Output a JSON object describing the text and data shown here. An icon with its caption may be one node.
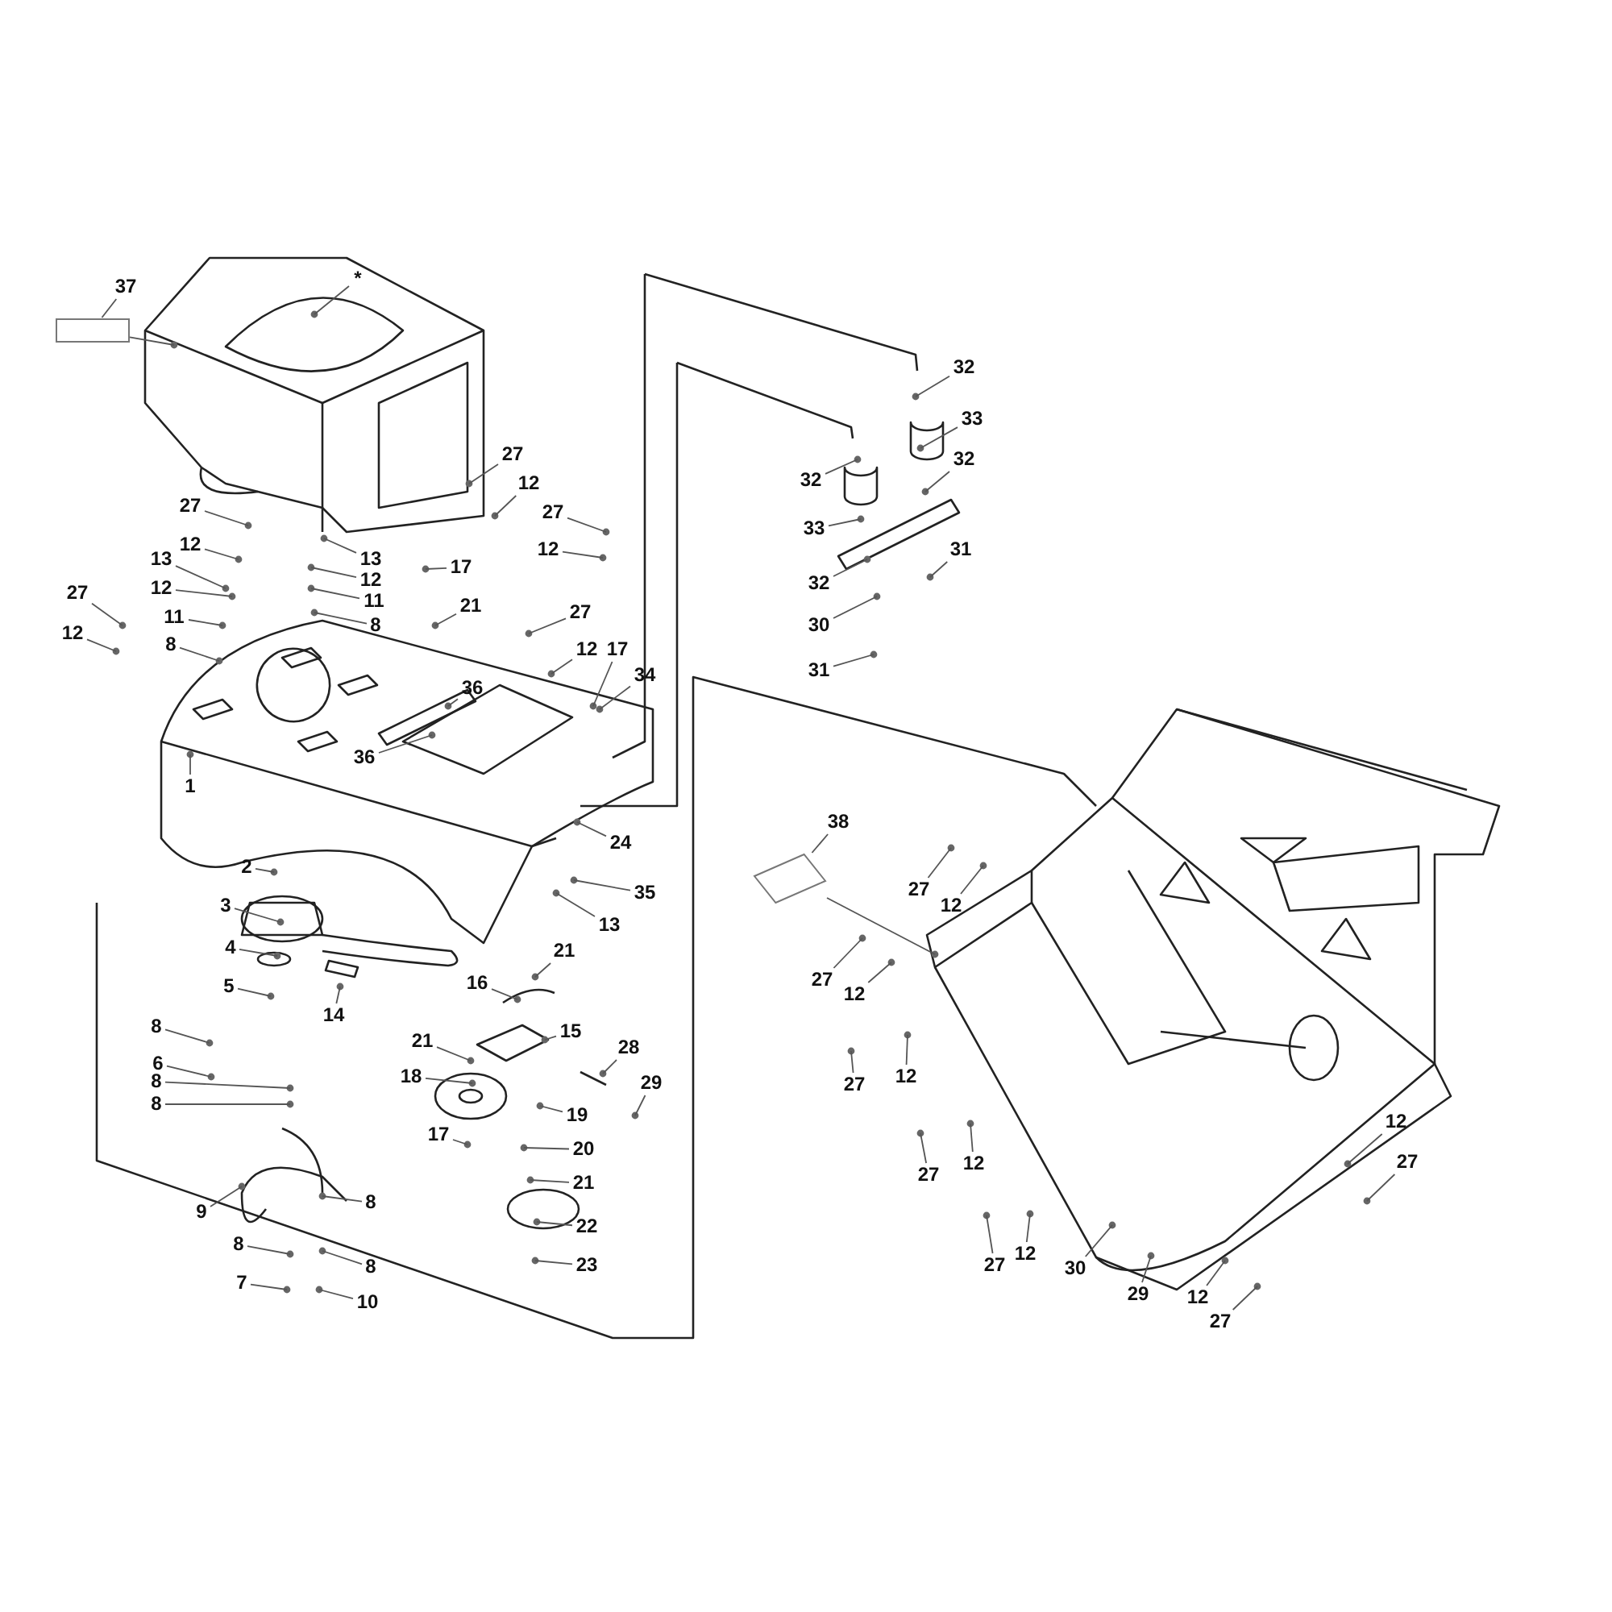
{
  "diagram": {
    "nodes": [
      {
        "text": [
          "*"
        ]
      },
      {
        "text": [
          "37"
        ]
      },
      {
        "text": [],
        "shape": "box"
      },
      {
        "text": [
          "27"
        ]
      },
      {
        "text": [
          "12"
        ]
      },
      {
        "text": [
          "27"
        ]
      },
      {
        "text": [
          "12"
        ]
      },
      {
        "text": [
          "27"
        ]
      },
      {
        "text": [
          "12"
        ]
      },
      {
        "text": [
          "13"
        ]
      },
      {
        "text": [
          "12"
        ]
      },
      {
        "text": [
          "11"
        ]
      },
      {
        "text": [
          "27"
        ]
      },
      {
        "text": [
          "8"
        ]
      },
      {
        "text": [
          "12"
        ]
      },
      {
        "text": [
          "13"
        ]
      },
      {
        "text": [
          "12"
        ]
      },
      {
        "text": [
          "11"
        ]
      },
      {
        "text": [
          "8"
        ]
      },
      {
        "text": [
          "17"
        ]
      },
      {
        "text": [
          "21"
        ]
      },
      {
        "text": [
          "27"
        ]
      },
      {
        "text": [
          "12"
        ]
      },
      {
        "text": [
          "17"
        ]
      },
      {
        "text": [
          "34"
        ]
      },
      {
        "text": [
          "36"
        ]
      },
      {
        "text": [
          "36"
        ]
      },
      {
        "text": [
          "1"
        ]
      },
      {
        "text": [
          "24"
        ]
      },
      {
        "text": [
          "35"
        ]
      },
      {
        "text": [
          "13"
        ]
      },
      {
        "text": [
          "2"
        ]
      },
      {
        "text": [
          "3"
        ]
      },
      {
        "text": [
          "4"
        ]
      },
      {
        "text": [
          "5"
        ]
      },
      {
        "text": [
          "14"
        ]
      },
      {
        "text": [
          "21"
        ]
      },
      {
        "text": [
          "16"
        ]
      },
      {
        "text": [
          "15"
        ]
      },
      {
        "text": [
          "28"
        ]
      },
      {
        "text": [
          "29"
        ]
      },
      {
        "text": [
          "8"
        ]
      },
      {
        "text": [
          "6"
        ]
      },
      {
        "text": [
          "21"
        ]
      },
      {
        "text": [
          "18"
        ]
      },
      {
        "text": [
          "8"
        ]
      },
      {
        "text": [
          "8"
        ]
      },
      {
        "text": [
          "19"
        ]
      },
      {
        "text": [
          "17"
        ]
      },
      {
        "text": [
          "20"
        ]
      },
      {
        "text": [
          "21"
        ]
      },
      {
        "text": [
          "9"
        ]
      },
      {
        "text": [
          "8"
        ]
      },
      {
        "text": [
          "22"
        ]
      },
      {
        "text": [
          "8"
        ]
      },
      {
        "text": [
          "8"
        ]
      },
      {
        "text": [
          "23"
        ]
      },
      {
        "text": [
          "7"
        ]
      },
      {
        "text": [
          "10"
        ]
      },
      {
        "text": [
          "32"
        ]
      },
      {
        "text": [
          "33"
        ]
      },
      {
        "text": [
          "32"
        ]
      },
      {
        "text": [
          "32"
        ]
      },
      {
        "text": [
          "33"
        ]
      },
      {
        "text": [
          "32"
        ]
      },
      {
        "text": [
          "31"
        ]
      },
      {
        "text": [
          "30"
        ]
      },
      {
        "text": [
          "31"
        ]
      },
      {
        "text": [
          "38"
        ]
      },
      {
        "text": [],
        "shape": "box"
      },
      {
        "text": [
          "27"
        ]
      },
      {
        "text": [
          "12"
        ]
      },
      {
        "text": [
          "27"
        ]
      },
      {
        "text": [
          "12"
        ]
      },
      {
        "text": [
          "27"
        ]
      },
      {
        "text": [
          "12"
        ]
      },
      {
        "text": [
          "27"
        ]
      },
      {
        "text": [
          "12"
        ]
      },
      {
        "text": [
          "27"
        ]
      },
      {
        "text": [
          "12"
        ]
      },
      {
        "text": [
          "30"
        ]
      },
      {
        "text": [
          "29"
        ]
      },
      {
        "text": [
          "12"
        ]
      },
      {
        "text": [
          "27"
        ]
      },
      {
        "text": [
          "12"
        ]
      },
      {
        "text": [
          "27"
        ]
      }
    ],
    "edges": [
      {
        "from": 0,
        "to": null,
        "arrow": "none"
      },
      {
        "from": 1,
        "to": 2,
        "arrow": "none"
      },
      {
        "from": 2,
        "to": null,
        "arrow": "none"
      },
      {
        "from": 3,
        "to": null,
        "arrow": "none"
      },
      {
        "from": 4,
        "to": null,
        "arrow": "none"
      },
      {
        "from": 5,
        "to": null,
        "arrow": "none"
      },
      {
        "from": 6,
        "to": null,
        "arrow": "none"
      },
      {
        "from": 7,
        "to": null,
        "arrow": "none"
      },
      {
        "from": 8,
        "to": null,
        "arrow": "none"
      },
      {
        "from": 9,
        "to": null,
        "arrow": "none"
      },
      {
        "from": 10,
        "to": null,
        "arrow": "none"
      },
      {
        "from": 11,
        "to": null,
        "arrow": "none"
      },
      {
        "from": 12,
        "to": null,
        "arrow": "none"
      },
      {
        "from": 13,
        "to": null,
        "arrow": "none"
      },
      {
        "from": 14,
        "to": null,
        "arrow": "none"
      },
      {
        "from": 15,
        "to": null,
        "arrow": "none"
      },
      {
        "from": 16,
        "to": null,
        "arrow": "none"
      },
      {
        "from": 17,
        "to": null,
        "arrow": "none"
      },
      {
        "from": 18,
        "to": null,
        "arrow": "none"
      },
      {
        "from": 19,
        "to": null,
        "arrow": "none"
      },
      {
        "from": 20,
        "to": null,
        "arrow": "none"
      },
      {
        "from": 21,
        "to": null,
        "arrow": "none"
      },
      {
        "from": 22,
        "to": null,
        "arrow": "none"
      },
      {
        "from": 23,
        "to": null,
        "arrow": "none"
      },
      {
        "from": 24,
        "to": null,
        "arrow": "none"
      },
      {
        "from": 25,
        "to": null,
        "arrow": "none"
      },
      {
        "from": 26,
        "to": null,
        "arrow": "none"
      },
      {
        "from": 27,
        "to": null,
        "arrow": "none"
      },
      {
        "from": 28,
        "to": null,
        "arrow": "none"
      },
      {
        "from": 29,
        "to": null,
        "arrow": "none"
      },
      {
        "from": 30,
        "to": null,
        "arrow": "none"
      },
      {
        "from": 31,
        "to": null,
        "arrow": "none"
      },
      {
        "from": 32,
        "to": null,
        "arrow": "none"
      },
      {
        "from": 33,
        "to": null,
        "arrow": "none"
      },
      {
        "from": 34,
        "to": null,
        "arrow": "none"
      },
      {
        "from": 35,
        "to": null,
        "arrow": "none"
      },
      {
        "from": 36,
        "to": null,
        "arrow": "none"
      },
      {
        "from": 37,
        "to": null,
        "arrow": "none"
      },
      {
        "from": 38,
        "to": null,
        "arrow": "none"
      },
      {
        "from": 39,
        "to": null,
        "arrow": "none"
      },
      {
        "from": 40,
        "to": null,
        "arrow": "none"
      },
      {
        "from": 41,
        "to": null,
        "arrow": "none"
      },
      {
        "from": 42,
        "to": null,
        "arrow": "none"
      },
      {
        "from": 43,
        "to": null,
        "arrow": "none"
      },
      {
        "from": 44,
        "to": null,
        "arrow": "none"
      },
      {
        "from": 45,
        "to": null,
        "arrow": "none"
      },
      {
        "from": 46,
        "to": null,
        "arrow": "none"
      },
      {
        "from": 47,
        "to": null,
        "arrow": "none"
      },
      {
        "from": 48,
        "to": null,
        "arrow": "none"
      },
      {
        "from": 49,
        "to": null,
        "arrow": "none"
      },
      {
        "from": 50,
        "to": null,
        "arrow": "none"
      },
      {
        "from": 51,
        "to": null,
        "arrow": "none"
      },
      {
        "from": 52,
        "to": null,
        "arrow": "none"
      },
      {
        "from": 53,
        "to": null,
        "arrow": "none"
      },
      {
        "from": 54,
        "to": null,
        "arrow": "none"
      },
      {
        "from": 55,
        "to": null,
        "arrow": "none"
      },
      {
        "from": 56,
        "to": null,
        "arrow": "none"
      },
      {
        "from": 57,
        "to": null,
        "arrow": "none"
      },
      {
        "from": 58,
        "to": null,
        "arrow": "none"
      },
      {
        "from": 59,
        "to": null,
        "arrow": "none"
      },
      {
        "from": 60,
        "to": null,
        "arrow": "none"
      },
      {
        "from": 61,
        "to": null,
        "arrow": "none"
      },
      {
        "from": 62,
        "to": null,
        "arrow": "none"
      },
      {
        "from": 63,
        "to": null,
        "arrow": "none"
      },
      {
        "from": 64,
        "to": null,
        "arrow": "none"
      },
      {
        "from": 65,
        "to": null,
        "arrow": "none"
      },
      {
        "from": 66,
        "to": null,
        "arrow": "none"
      },
      {
        "from": 67,
        "to": null,
        "arrow": "none"
      },
      {
        "from": 68,
        "to": 69,
        "arrow": "none"
      },
      {
        "from": 69,
        "to": null,
        "arrow": "none"
      },
      {
        "from": 70,
        "to": null,
        "arrow": "none"
      },
      {
        "from": 71,
        "to": null,
        "arrow": "none"
      },
      {
        "from": 72,
        "to": null,
        "arrow": "none"
      },
      {
        "from": 73,
        "to": null,
        "arrow": "none"
      },
      {
        "from": 74,
        "to": null,
        "arrow": "none"
      },
      {
        "from": 75,
        "to": null,
        "arrow": "none"
      },
      {
        "from": 76,
        "to": null,
        "arrow": "none"
      },
      {
        "from": 77,
        "to": null,
        "arrow": "none"
      },
      {
        "from": 78,
        "to": null,
        "arrow": "none"
      },
      {
        "from": 79,
        "to": null,
        "arrow": "none"
      },
      {
        "from": 80,
        "to": null,
        "arrow": "none"
      },
      {
        "from": 81,
        "to": null,
        "arrow": "none"
      },
      {
        "from": 82,
        "to": null,
        "arrow": "none"
      },
      {
        "from": 83,
        "to": null,
        "arrow": "none"
      },
      {
        "from": 84,
        "to": null,
        "arrow": "none"
      },
      {
        "from": 85,
        "to": null,
        "arrow": "none"
      }
    ]
  }
}
